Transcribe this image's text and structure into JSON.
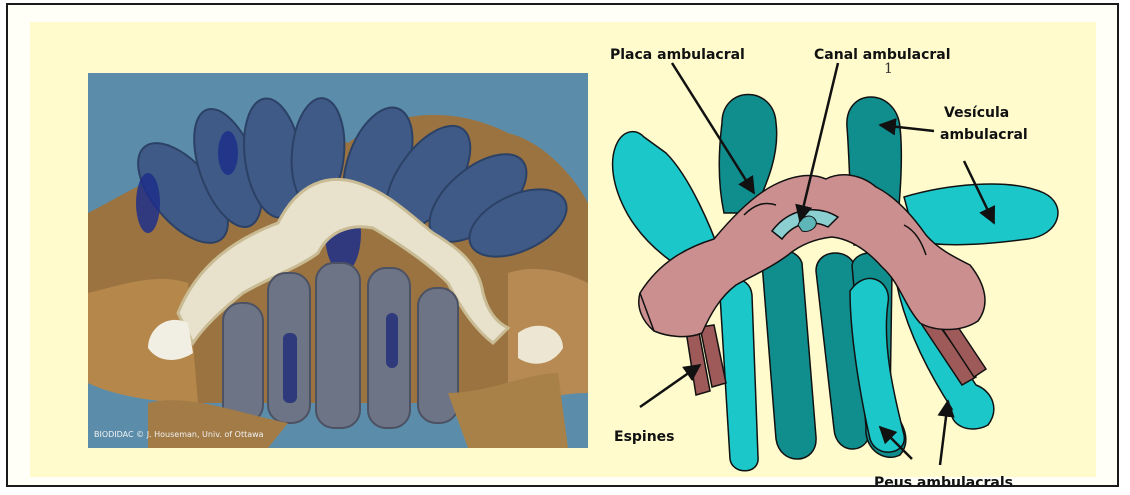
{
  "figure": {
    "photo": {
      "credit": "BIODIDAC © J. Houseman, Univ. of Ottawa"
    },
    "labels": {
      "placa": "Placa ambulacral",
      "canal": "Canal ambulacral",
      "vesicula_line1": "Vesícula",
      "vesicula_line2": "ambulacral",
      "espines": "Espines",
      "peus": "Peus ambulacrals"
    },
    "stray_mark": "1"
  },
  "colors": {
    "background": "#fffbcd",
    "tube_feet_light": "#1cc7c9",
    "tube_feet_dark": "#108d8d",
    "ambulacral_plate": "#cc8f8f",
    "spines": "#9e5a58",
    "canal": "#8ccfd1",
    "photo_bg": "#5d8fad"
  }
}
